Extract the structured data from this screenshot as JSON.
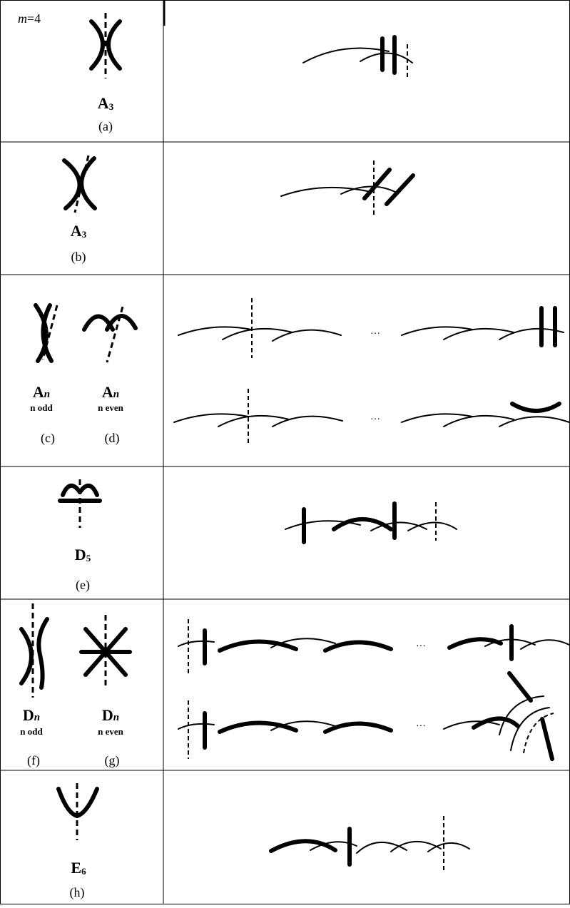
{
  "header": {
    "m_symbol": "m",
    "m_equals": "=4"
  },
  "rows": [
    {
      "symbol_main": "A",
      "symbol_sub": "3",
      "sublabel": "",
      "caption": "(a)"
    },
    {
      "symbol_main": "A",
      "symbol_sub": "3",
      "sublabel": "",
      "caption": "(b)"
    },
    {
      "symbol_main": "A",
      "symbol_sub": "n",
      "sublabel": "n odd",
      "caption": "(c)"
    },
    {
      "symbol_main": "A",
      "symbol_sub": "n",
      "sublabel": "n even",
      "caption": "(d)"
    },
    {
      "symbol_main": "D",
      "symbol_sub": "5",
      "sublabel": "",
      "caption": "(e)"
    },
    {
      "symbol_main": "D",
      "symbol_sub": "n",
      "sublabel": "n odd",
      "caption": "(f)"
    },
    {
      "symbol_main": "D",
      "symbol_sub": "n",
      "sublabel": "n even",
      "caption": "(g)"
    },
    {
      "symbol_main": "E",
      "symbol_sub": "6",
      "sublabel": "",
      "caption": "(h)"
    }
  ],
  "ellipsis": "···"
}
